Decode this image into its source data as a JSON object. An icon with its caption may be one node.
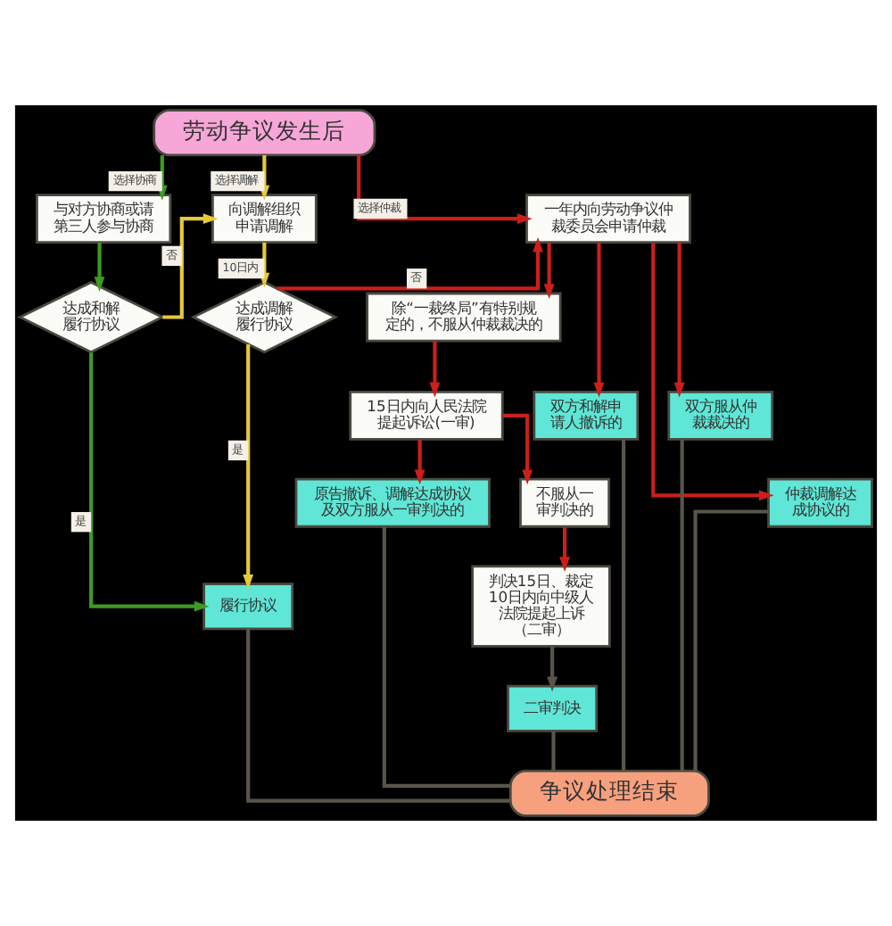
{
  "diagram": {
    "nodes": [
      {
        "text": [
          "劳动争议发生后"
        ]
      },
      {
        "text": [
          "与对方协商或请第三人参与协商"
        ]
      },
      {
        "text": [
          "向调解组织申请调解"
        ]
      },
      {
        "text": [
          "一年内向劳动争议仲裁委员会申请仲裁"
        ]
      },
      {
        "text": [
          "达成和解履行协议"
        ]
      },
      {
        "text": [
          "达成调解履行协议"
        ]
      },
      {
        "text": [
          "除“一裁终局”有特别规定的，不服从仲裁裁决的"
        ]
      },
      {
        "text": [
          "15日内向人民法院提起诉讼(一审)"
        ]
      },
      {
        "text": [
          "双方和解申请人撤诉的"
        ]
      },
      {
        "text": [
          "双方服从仲裁裁决的"
        ]
      },
      {
        "text": [
          "原告撤诉、调解达成协议及双方服从一审判决的"
        ]
      },
      {
        "text": [
          "不服从一审判决的"
        ]
      },
      {
        "text": [
          "仲裁调解达成协议的"
        ]
      },
      {
        "text": [
          "判决15日、裁定10日内向中级人法院提起上诉（二审）"
        ]
      },
      {
        "text": [
          "履行协议"
        ]
      },
      {
        "text": [
          "二审判决"
        ]
      },
      {
        "text": [
          "争议处理结束"
        ]
      }
    ],
    "edges": [
      {
        "from": 0,
        "to": 1,
        "arrow": "to",
        "label": "选择协商",
        "color": "#3d9b22"
      },
      {
        "from": 0,
        "to": 2,
        "arrow": "to",
        "label": "选择调解",
        "color": "#e6c83a"
      },
      {
        "from": 0,
        "to": 3,
        "arrow": "to",
        "label": "选择仲裁"
      },
      {
        "from": 1,
        "to": 4,
        "arrow": "to",
        "color": "#3d9b22"
      },
      {
        "from": 2,
        "to": 5,
        "arrow": "to",
        "label": "10日内",
        "color": "#e6c83a"
      },
      {
        "from": 4,
        "to": 2,
        "arrow": "to",
        "label": "否",
        "color": "#e6c83a"
      },
      {
        "from": 4,
        "to": 14,
        "arrow": "to",
        "label": "是",
        "color": "#3d9b22"
      },
      {
        "from": 5,
        "to": 3,
        "arrow": "to",
        "label": "否"
      },
      {
        "from": 5,
        "to": 14,
        "arrow": "to",
        "label": "是",
        "color": "#e6c83a"
      },
      {
        "from": 3,
        "to": 6,
        "arrow": "to"
      },
      {
        "from": 3,
        "to": 8,
        "arrow": "to"
      },
      {
        "from": 3,
        "to": 9,
        "arrow": "to"
      },
      {
        "from": 3,
        "to": 12,
        "arrow": "to"
      },
      {
        "from": 6,
        "to": 7,
        "arrow": "to"
      },
      {
        "from": 7,
        "to": 10,
        "arrow": "to"
      },
      {
        "from": 7,
        "to": 11,
        "arrow": "to"
      },
      {
        "from": 11,
        "to": 13,
        "arrow": "to"
      },
      {
        "from": 13,
        "to": 15,
        "arrow": "to",
        "color": "#5a554a"
      },
      {
        "from": 14,
        "to": 16,
        "arrow": "none",
        "color": "#5a554a"
      },
      {
        "from": 10,
        "to": 16,
        "arrow": "none",
        "color": "#5a554a"
      },
      {
        "from": 8,
        "to": 16,
        "arrow": "none",
        "color": "#5a554a"
      },
      {
        "from": 12,
        "to": 16,
        "arrow": "none",
        "color": "#5a554a"
      },
      {
        "from": 9,
        "to": 16,
        "arrow": "none",
        "color": "#5a554a"
      },
      {
        "from": 15,
        "to": 16,
        "arrow": "none",
        "color": "#5a554a"
      }
    ]
  }
}
